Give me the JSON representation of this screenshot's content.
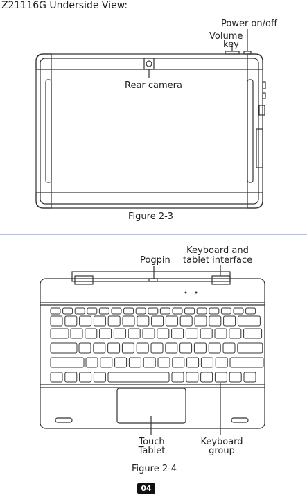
{
  "heading": "Z21116G Underside View:",
  "figure1": {
    "labels": {
      "power": "Power on/off",
      "volume_line1": "Volume",
      "volume_line2": "key",
      "camera": "Rear camera"
    },
    "caption": "Figure 2-3"
  },
  "figure2": {
    "labels": {
      "pogpin": "Pogpin",
      "interface_line1": "Keyboard and",
      "interface_line2": "tablet interface",
      "touch_line1": "Touch",
      "touch_line2": "Tablet",
      "keyboard_line1": "Keyboard",
      "keyboard_line2": "group"
    },
    "caption": "Figure 2-4"
  },
  "page_number": "04",
  "colors": {
    "line": "#333333",
    "divider": "#6a7fb0",
    "badge": "#111111"
  }
}
